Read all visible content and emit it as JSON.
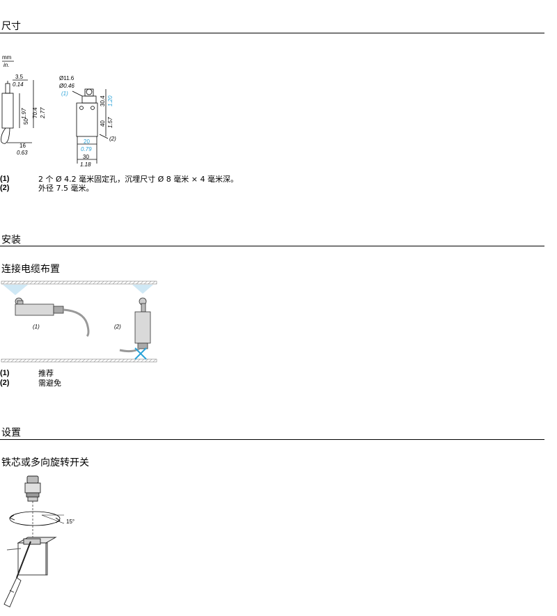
{
  "sections": {
    "dimensions": {
      "title": "尺寸"
    },
    "installation": {
      "title": "安装",
      "subtitle": "连接电缆布置"
    },
    "setting": {
      "title": "设置",
      "subtitle": "铁芯或多向旋转开关"
    }
  },
  "dimension_drawing": {
    "unit_top": "mm",
    "unit_bottom": "in.",
    "side": {
      "w_mm": "3.5",
      "w_in": "0.14",
      "h1_mm": "50",
      "h1_in": "1.97",
      "h2_mm": "70.4",
      "h2_in": "2.77",
      "b_mm": "16",
      "b_in": "0.63"
    },
    "front": {
      "d_mm": "Ø11.6",
      "d_in": "Ø0.46",
      "c1": "(1)",
      "c2": "(2)",
      "t_mm": "30.4",
      "t_in": "1.20",
      "m_mm": "40",
      "m_in": "1.57",
      "w_mm": "20",
      "w_in": "0.79",
      "w2_mm": "30",
      "w2_in": "1.18"
    }
  },
  "dimension_notes": [
    {
      "key": "(1)",
      "text": "2 个 Ø 4.2 毫米固定孔，沉埋尺寸 Ø 8 毫米 × 4 毫米深。"
    },
    {
      "key": "(2)",
      "text": "外径 7.5 毫米。"
    }
  ],
  "installation_drawing": {
    "label1": "(1)",
    "label2": "(2)"
  },
  "installation_notes": [
    {
      "key": "(1)",
      "text": "推荐"
    },
    {
      "key": "(2)",
      "text": "需避免"
    }
  ],
  "setting_drawing": {
    "angle": "15°"
  },
  "colors": {
    "accent_blue": "#2aa3d8",
    "rule": "#000000"
  }
}
